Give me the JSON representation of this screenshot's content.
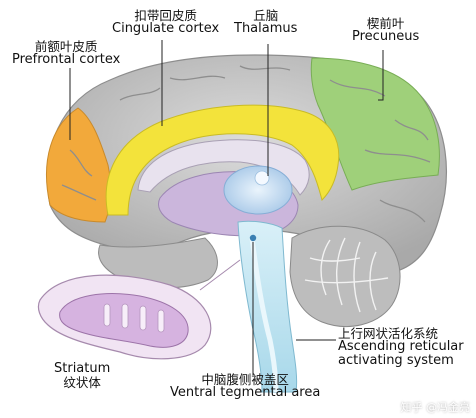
{
  "labels": {
    "cingulate_zh": "扣带回皮质",
    "cingulate_en": "Cingulate cortex",
    "thalamus_zh": "丘脑",
    "thalamus_en": "Thalamus",
    "precuneus_zh": "楔前叶",
    "precuneus_en": "Precuneus",
    "prefrontal_zh": "前额叶皮质",
    "prefrontal_en": "Prefrontal cortex",
    "reticular_zh": "上行网状活化系统",
    "reticular_en1": "Ascending reticular",
    "reticular_en2": "activating system",
    "vta_zh": "中脑腹侧被盖区",
    "vta_en": "Ventral tegmental area",
    "striatum_en": "Striatum",
    "striatum_zh": "纹状体"
  },
  "watermark": "知乎 @冯金亮",
  "colors": {
    "prefrontal": "#f2a93b",
    "cingulate": "#f3e33b",
    "precuneus": "#9fd07a",
    "thalamus": "#c7def2",
    "striatum": "#e3c8ea",
    "brain": "#c4c4c4",
    "brainstem": "#bfe4f2"
  }
}
